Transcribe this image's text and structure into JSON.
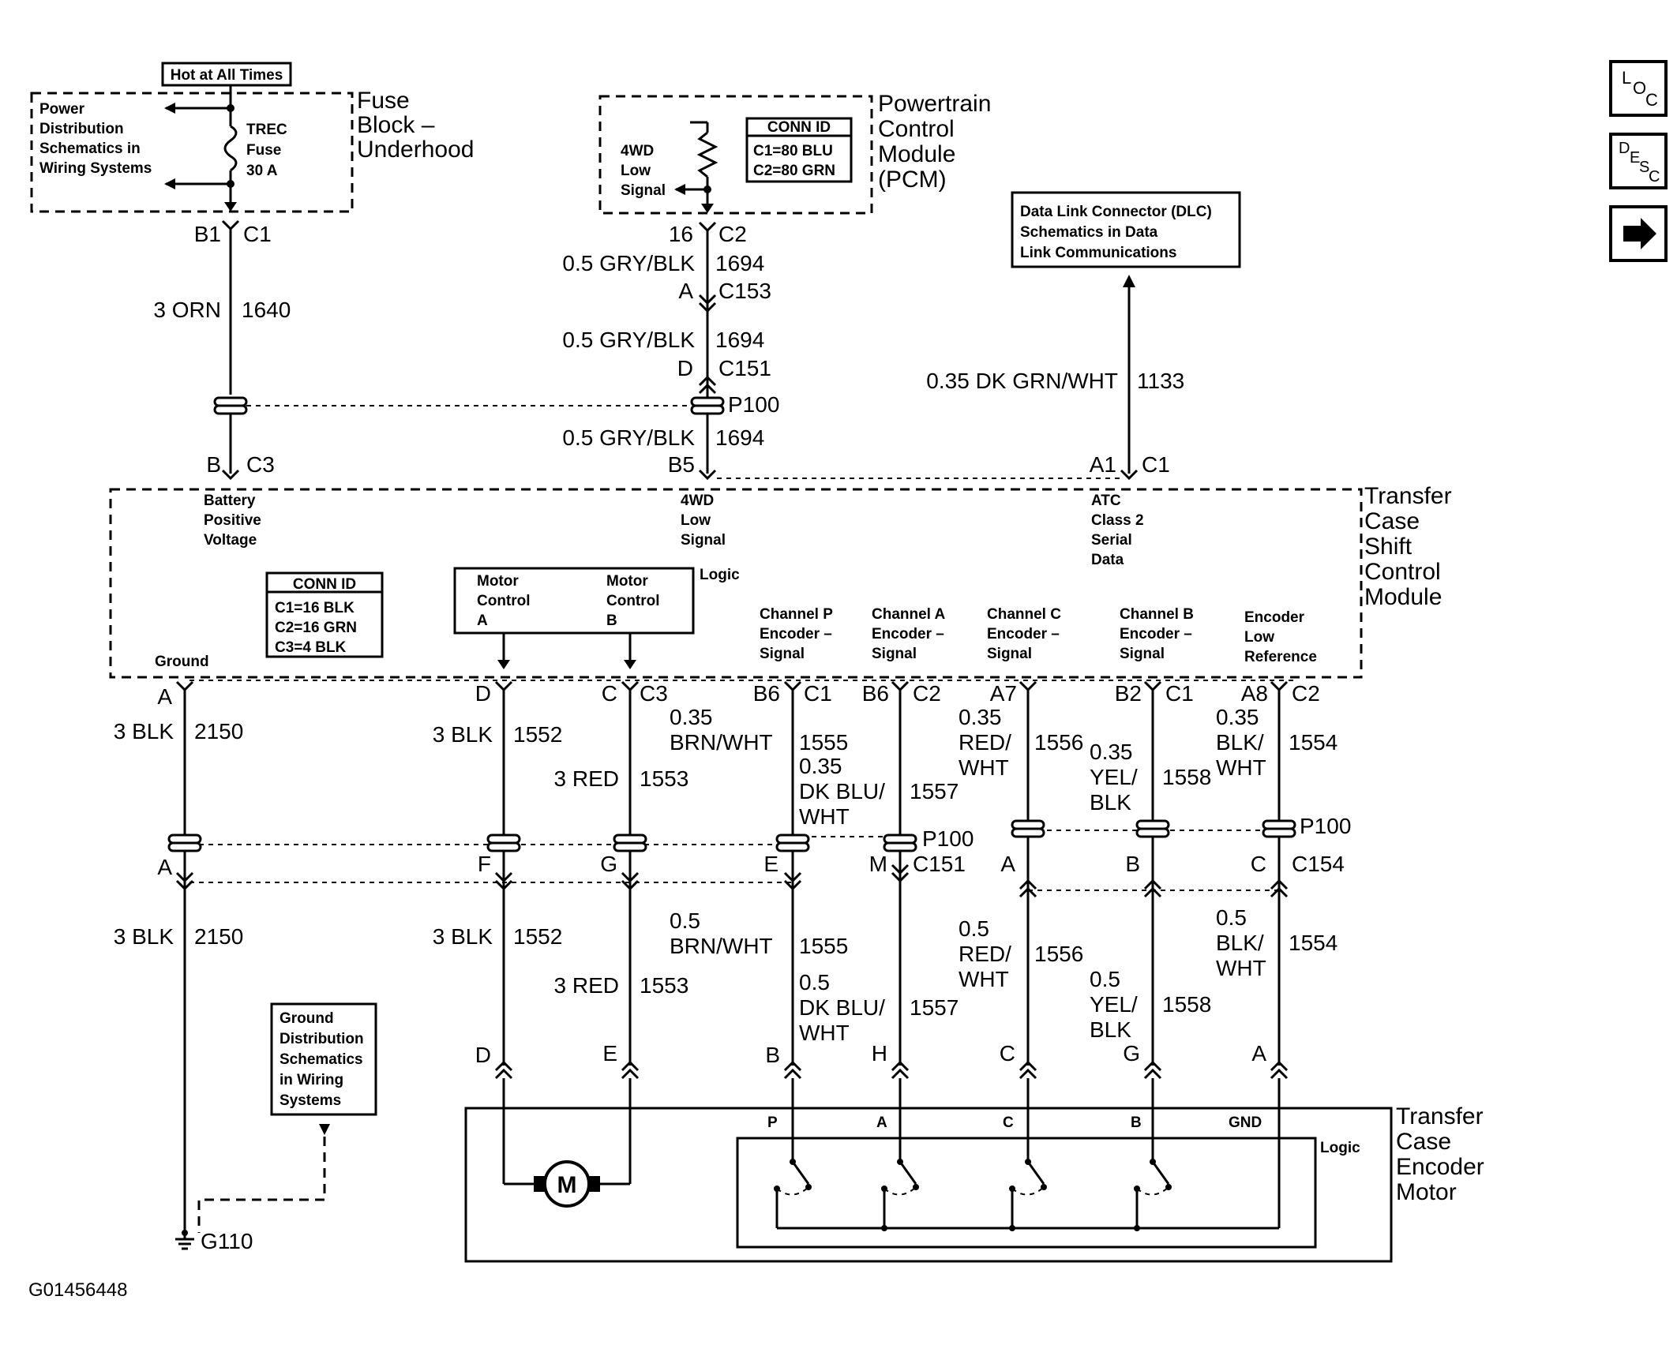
{
  "header": {
    "hot_at_all_times": "Hot at All Times"
  },
  "fuse_block": {
    "title_lines": [
      "Fuse",
      "Block –",
      "Underhood"
    ],
    "power_dist_lines": [
      "Power",
      "Distribution",
      "Schematics in",
      "Wiring Systems"
    ],
    "fuse_lines": [
      "TREC",
      "Fuse",
      "30 A"
    ]
  },
  "pcm": {
    "title_lines": [
      "Powertrain",
      "Control",
      "Module",
      "(PCM)"
    ],
    "signal_lines": [
      "4WD",
      "Low",
      "Signal"
    ],
    "conn_id": {
      "title": "CONN ID",
      "lines": [
        "C1=80 BLU",
        "C2=80 GRN"
      ]
    }
  },
  "dlc": {
    "lines": [
      "Data Link Connector (DLC)",
      "Schematics in Data",
      "Link Communications"
    ]
  },
  "nav": {
    "loc": [
      "L",
      "O",
      "C"
    ],
    "desc": [
      "D",
      "E",
      "S",
      "C"
    ],
    "arrow": "➡"
  },
  "circuit_1640": {
    "top_pin": "B1",
    "top_conn": "C1",
    "wire": "3 ORN",
    "circuit": "1640",
    "bot_pin": "B",
    "bot_conn": "C3"
  },
  "circuit_1694": {
    "pin1": "16",
    "conn1": "C2",
    "wire1": "0.5 GRY/BLK",
    "circuit1": "1694",
    "pin2": "A",
    "conn2": "C153",
    "wire2": "0.5 GRY/BLK",
    "circuit2": "1694",
    "pin3": "D",
    "conn3": "C151",
    "splice": "P100",
    "wire3": "0.5 GRY/BLK",
    "circuit3": "1694",
    "pin4": "B5"
  },
  "circuit_1133": {
    "wire": "0.35 DK GRN/WHT",
    "circuit": "1133",
    "pin": "A1",
    "conn": "C1"
  },
  "tccm": {
    "title_lines": [
      "Transfer",
      "Case",
      "Shift",
      "Control",
      "Module"
    ],
    "battery_lines": [
      "Battery",
      "Positive",
      "Voltage"
    ],
    "fourwd_lines": [
      "4WD",
      "Low",
      "Signal"
    ],
    "atc_lines": [
      "ATC",
      "Class 2",
      "Serial",
      "Data"
    ],
    "conn_id": {
      "title": "CONN ID",
      "lines": [
        "C1=16 BLK",
        "C2=16 GRN",
        "C3=4 BLK"
      ]
    },
    "motor_a_lines": [
      "Motor",
      "Control",
      "A"
    ],
    "motor_b_lines": [
      "Motor",
      "Control",
      "B"
    ],
    "logic": "Logic",
    "ground": "Ground",
    "ch_p_lines": [
      "Channel P",
      "Encoder –",
      "Signal"
    ],
    "ch_a_lines": [
      "Channel A",
      "Encoder –",
      "Signal"
    ],
    "ch_c_lines": [
      "Channel C",
      "Encoder –",
      "Signal"
    ],
    "ch_b_lines": [
      "Channel B",
      "Encoder –",
      "Signal"
    ],
    "enc_low_lines": [
      "Encoder",
      "Low",
      "Reference"
    ]
  },
  "lower": {
    "c1": {
      "pin_top": "A",
      "wire_top": "3 BLK",
      "ckt_top": "2150",
      "pin_mid": "A",
      "wire_bot": "3 BLK",
      "ckt_bot": "2150"
    },
    "c2": {
      "pin_top": "D",
      "wire_top": "3 BLK",
      "ckt_top": "1552",
      "pin_mid": "F",
      "wire_bot": "3 BLK",
      "ckt_bot": "1552",
      "pin_bot": "D"
    },
    "c3": {
      "pin_top": "C",
      "conn_top": "C3",
      "wire_top": "3 RED",
      "ckt_top": "1553",
      "pin_mid": "G",
      "wire_bot": "3 RED",
      "ckt_bot": "1553",
      "pin_bot": "E"
    },
    "c4": {
      "pin_top": "B6",
      "conn_top": "C1",
      "wire_top_lines": [
        "0.35",
        "BRN/WHT"
      ],
      "ckt_top": "1555",
      "pin_mid": "E",
      "wire_bot_lines": [
        "0.5",
        "BRN/WHT"
      ],
      "ckt_bot": "1555",
      "pin_bot": "B"
    },
    "c5": {
      "pin_top": "B6",
      "conn_top": "C2",
      "wire_top_lines": [
        "0.35",
        "DK BLU/",
        "WHT"
      ],
      "ckt_top": "1557",
      "pin_mid": "M",
      "conn_mid": "C151",
      "splice": "P100",
      "wire_bot_lines": [
        "0.5",
        "DK BLU/",
        "WHT"
      ],
      "ckt_bot": "1557",
      "pin_bot": "H"
    },
    "c6": {
      "pin_top": "A7",
      "wire_top_lines": [
        "0.35",
        "RED/",
        "WHT"
      ],
      "ckt_top": "1556",
      "pin_mid": "A",
      "wire_bot_lines": [
        "0.5",
        "RED/",
        "WHT"
      ],
      "ckt_bot": "1556",
      "pin_bot": "C"
    },
    "c7": {
      "pin_top": "B2",
      "conn_top": "C1",
      "wire_top_lines": [
        "0.35",
        "YEL/",
        "BLK"
      ],
      "ckt_top": "1558",
      "pin_mid": "B",
      "wire_bot_lines": [
        "0.5",
        "YEL/",
        "BLK"
      ],
      "ckt_bot": "1558",
      "pin_bot": "G"
    },
    "c8": {
      "pin_top": "A8",
      "conn_top": "C2",
      "wire_top_lines": [
        "0.35",
        "BLK/",
        "WHT"
      ],
      "ckt_top": "1554",
      "pin_mid": "C",
      "conn_mid": "C154",
      "splice": "P100",
      "wire_bot_lines": [
        "0.5",
        "BLK/",
        "WHT"
      ],
      "ckt_bot": "1554",
      "pin_bot": "A"
    }
  },
  "ground_dist": {
    "lines": [
      "Ground",
      "Distribution",
      "Schematics",
      "in Wiring",
      "Systems"
    ],
    "ground": "G110"
  },
  "encoder_motor": {
    "title_lines": [
      "Transfer",
      "Case",
      "Encoder",
      "Motor"
    ],
    "motor": "M",
    "logic": "Logic",
    "terminals": [
      "P",
      "A",
      "C",
      "B",
      "GND"
    ]
  },
  "figure_id": "G01456448"
}
